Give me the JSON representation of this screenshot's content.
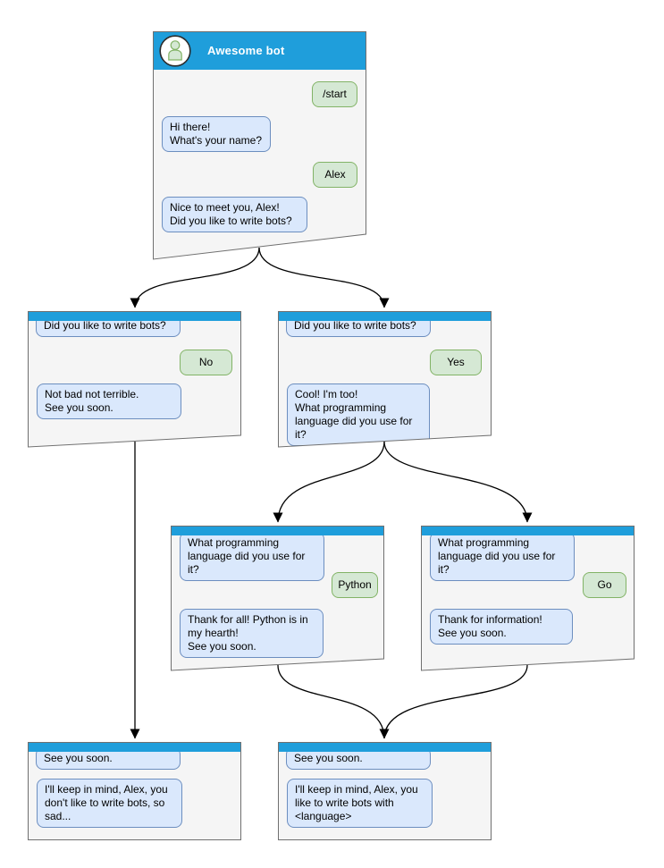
{
  "colors": {
    "header_blue": "#1f9edb",
    "node_fill": "#f5f5f5",
    "node_border": "#707070",
    "bot_bubble_fill": "#dae8fc",
    "bot_bubble_border": "#6c8ebf",
    "user_bubble_fill": "#d5e8d4",
    "user_bubble_border": "#82b366",
    "connector": "#000000"
  },
  "nodes": {
    "root": {
      "title": "Awesome bot",
      "messages": [
        {
          "from": "user",
          "text": "/start"
        },
        {
          "from": "bot",
          "text": "Hi there!\nWhat's your name?"
        },
        {
          "from": "user",
          "text": "Alex"
        },
        {
          "from": "bot",
          "text": "Nice to meet you, Alex!\nDid you like to write bots?"
        }
      ]
    },
    "no_branch": {
      "messages": [
        {
          "from": "bot",
          "text": "Did you like to write bots?"
        },
        {
          "from": "user",
          "text": "No"
        },
        {
          "from": "bot",
          "text": "Not bad not terrible.\nSee you soon."
        }
      ]
    },
    "yes_branch": {
      "messages": [
        {
          "from": "bot",
          "text": "Did you like to write bots?"
        },
        {
          "from": "user",
          "text": "Yes"
        },
        {
          "from": "bot",
          "text": "Cool! I'm too!\nWhat programming\nlanguage did you use for it?"
        }
      ]
    },
    "python_branch": {
      "messages": [
        {
          "from": "bot",
          "text": "What programming\nlanguage did you use for it?"
        },
        {
          "from": "user",
          "text": "Python"
        },
        {
          "from": "bot",
          "text": "Thank for all! Python is in\nmy hearth!\nSee you soon."
        }
      ]
    },
    "go_branch": {
      "messages": [
        {
          "from": "bot",
          "text": "What programming\nlanguage did you use for it?"
        },
        {
          "from": "user",
          "text": "Go"
        },
        {
          "from": "bot",
          "text": "Thank for information!\nSee you soon."
        }
      ]
    },
    "end_no": {
      "messages": [
        {
          "from": "bot",
          "text": "See you soon."
        },
        {
          "from": "bot",
          "text": "I'll keep in mind, Alex, you\ndon't like to write bots, so\nsad..."
        }
      ]
    },
    "end_language": {
      "messages": [
        {
          "from": "bot",
          "text": "See you soon."
        },
        {
          "from": "bot",
          "text": "I'll keep in mind, Alex, you\nlike to write bots with\n<language>"
        }
      ]
    }
  }
}
